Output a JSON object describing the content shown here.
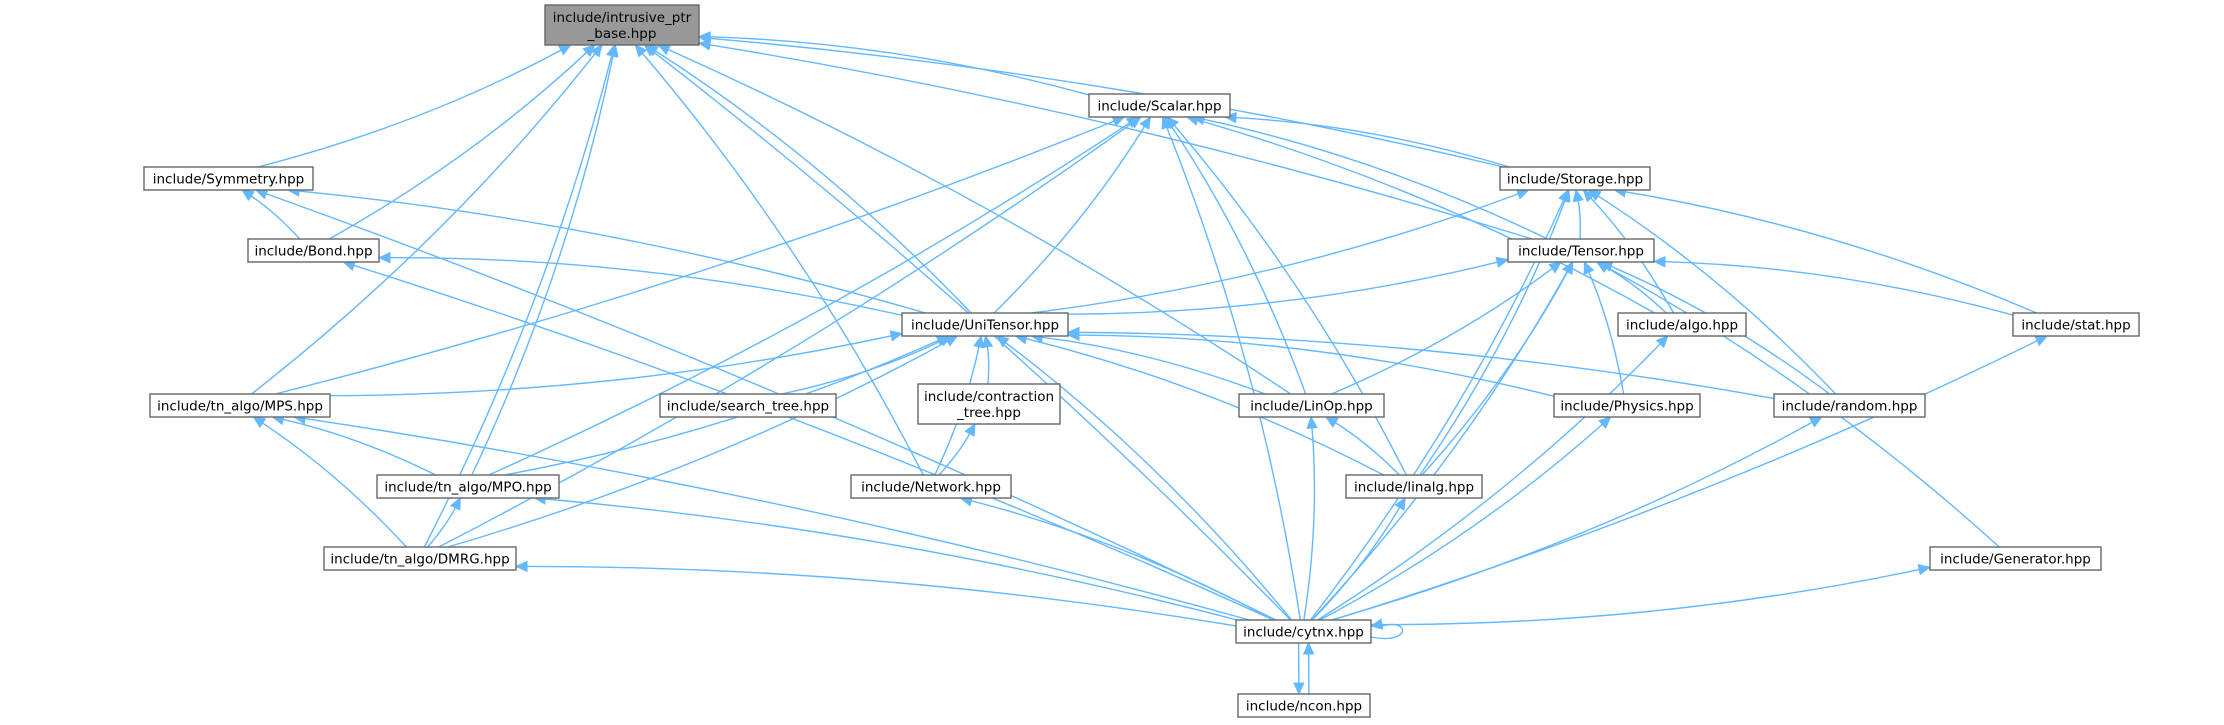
{
  "diagram": {
    "type": "include-dependency-graph",
    "colors": {
      "edge": "#63b8ff",
      "root_fill": "#999999",
      "node_fill": "#ffffff",
      "border": "#666666"
    },
    "nodes": [
      {
        "id": "intrusive",
        "lines": [
          "include/intrusive_ptr",
          "_base.hpp"
        ],
        "root": true
      },
      {
        "id": "scalar",
        "lines": [
          "include/Scalar.hpp"
        ]
      },
      {
        "id": "symmetry",
        "lines": [
          "include/Symmetry.hpp"
        ]
      },
      {
        "id": "storage",
        "lines": [
          "include/Storage.hpp"
        ]
      },
      {
        "id": "bond",
        "lines": [
          "include/Bond.hpp"
        ]
      },
      {
        "id": "tensor",
        "lines": [
          "include/Tensor.hpp"
        ]
      },
      {
        "id": "unitensor",
        "lines": [
          "include/UniTensor.hpp"
        ]
      },
      {
        "id": "algo",
        "lines": [
          "include/algo.hpp"
        ]
      },
      {
        "id": "stat",
        "lines": [
          "include/stat.hpp"
        ]
      },
      {
        "id": "mps",
        "lines": [
          "include/tn_algo/MPS.hpp"
        ]
      },
      {
        "id": "searchtree",
        "lines": [
          "include/search_tree.hpp"
        ]
      },
      {
        "id": "contraction",
        "lines": [
          "include/contraction",
          "_tree.hpp"
        ]
      },
      {
        "id": "linop",
        "lines": [
          "include/LinOp.hpp"
        ]
      },
      {
        "id": "physics",
        "lines": [
          "include/Physics.hpp"
        ]
      },
      {
        "id": "random",
        "lines": [
          "include/random.hpp"
        ]
      },
      {
        "id": "mpo",
        "lines": [
          "include/tn_algo/MPO.hpp"
        ]
      },
      {
        "id": "network",
        "lines": [
          "include/Network.hpp"
        ]
      },
      {
        "id": "linalg",
        "lines": [
          "include/linalg.hpp"
        ]
      },
      {
        "id": "dmrg",
        "lines": [
          "include/tn_algo/DMRG.hpp"
        ]
      },
      {
        "id": "generator",
        "lines": [
          "include/Generator.hpp"
        ]
      },
      {
        "id": "cytnx",
        "lines": [
          "include/cytnx.hpp"
        ]
      },
      {
        "id": "ncon",
        "lines": [
          "include/ncon.hpp"
        ]
      }
    ],
    "edges": [
      [
        "scalar",
        "intrusive"
      ],
      [
        "symmetry",
        "intrusive"
      ],
      [
        "storage",
        "intrusive"
      ],
      [
        "bond",
        "intrusive"
      ],
      [
        "tensor",
        "intrusive"
      ],
      [
        "unitensor",
        "intrusive"
      ],
      [
        "mps",
        "intrusive"
      ],
      [
        "linop",
        "intrusive"
      ],
      [
        "mpo",
        "intrusive"
      ],
      [
        "network",
        "intrusive"
      ],
      [
        "dmrg",
        "intrusive"
      ],
      [
        "cytnx",
        "intrusive"
      ],
      [
        "storage",
        "scalar"
      ],
      [
        "tensor",
        "scalar"
      ],
      [
        "unitensor",
        "scalar"
      ],
      [
        "algo",
        "scalar"
      ],
      [
        "mps",
        "scalar"
      ],
      [
        "linop",
        "scalar"
      ],
      [
        "mpo",
        "scalar"
      ],
      [
        "linalg",
        "scalar"
      ],
      [
        "dmrg",
        "scalar"
      ],
      [
        "cytnx",
        "scalar"
      ],
      [
        "bond",
        "symmetry"
      ],
      [
        "unitensor",
        "symmetry"
      ],
      [
        "cytnx",
        "symmetry"
      ],
      [
        "unitensor",
        "bond"
      ],
      [
        "cytnx",
        "bond"
      ],
      [
        "tensor",
        "storage"
      ],
      [
        "unitensor",
        "storage"
      ],
      [
        "algo",
        "storage"
      ],
      [
        "stat",
        "storage"
      ],
      [
        "random",
        "storage"
      ],
      [
        "linalg",
        "storage"
      ],
      [
        "cytnx",
        "storage"
      ],
      [
        "unitensor",
        "tensor"
      ],
      [
        "algo",
        "tensor"
      ],
      [
        "stat",
        "tensor"
      ],
      [
        "linop",
        "tensor"
      ],
      [
        "physics",
        "tensor"
      ],
      [
        "random",
        "tensor"
      ],
      [
        "linalg",
        "tensor"
      ],
      [
        "generator",
        "tensor"
      ],
      [
        "cytnx",
        "tensor"
      ],
      [
        "mps",
        "unitensor"
      ],
      [
        "searchtree",
        "unitensor"
      ],
      [
        "contraction",
        "unitensor"
      ],
      [
        "linop",
        "unitensor"
      ],
      [
        "physics",
        "unitensor"
      ],
      [
        "random",
        "unitensor"
      ],
      [
        "mpo",
        "unitensor"
      ],
      [
        "network",
        "unitensor"
      ],
      [
        "linalg",
        "unitensor"
      ],
      [
        "dmrg",
        "unitensor"
      ],
      [
        "cytnx",
        "unitensor"
      ],
      [
        "cytnx",
        "algo"
      ],
      [
        "cytnx",
        "stat"
      ],
      [
        "mpo",
        "mps"
      ],
      [
        "dmrg",
        "mps"
      ],
      [
        "cytnx",
        "mps"
      ],
      [
        "network",
        "contraction"
      ],
      [
        "linalg",
        "linop"
      ],
      [
        "cytnx",
        "linop"
      ],
      [
        "cytnx",
        "physics"
      ],
      [
        "cytnx",
        "random"
      ],
      [
        "dmrg",
        "mpo"
      ],
      [
        "cytnx",
        "mpo"
      ],
      [
        "cytnx",
        "network"
      ],
      [
        "cytnx",
        "linalg"
      ],
      [
        "cytnx",
        "dmrg"
      ],
      [
        "cytnx",
        "generator"
      ],
      [
        "cytnx",
        "ncon"
      ],
      [
        "ncon",
        "cytnx"
      ],
      [
        "cytnx",
        "cytnx"
      ]
    ]
  }
}
